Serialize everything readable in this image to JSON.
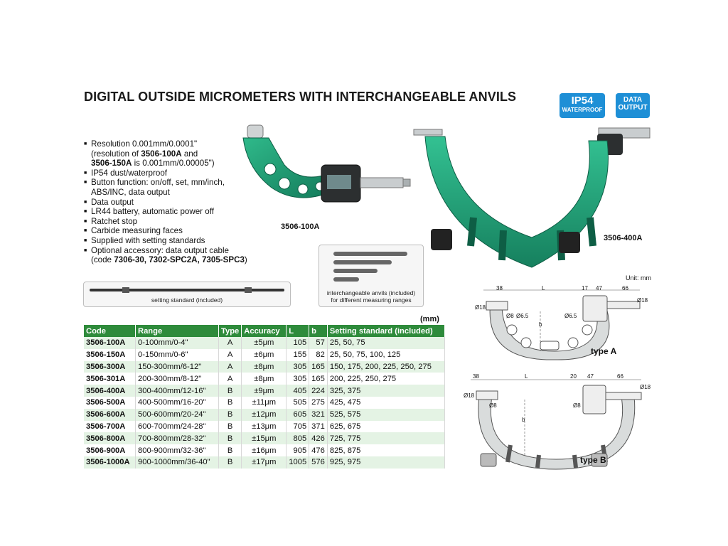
{
  "title": "DIGITAL OUTSIDE MICROMETERS WITH INTERCHANGEABLE ANVILS",
  "badges": {
    "ip54": "IP54",
    "waterproof": "WATERPROOF",
    "data_line1": "DATA",
    "data_line2": "OUTPUT"
  },
  "features": {
    "f1": "Resolution 0.001mm/0.0001\"",
    "f1_sub_a": "(resolution of ",
    "f1_sub_b": "3506-100A",
    "f1_sub_c": " and",
    "f1_sub_d": "3506-150A",
    "f1_sub_e": " is 0.001mm/0.00005\")",
    "f2": "IP54 dust/waterproof",
    "f3": "Button function: on/off, set, mm/inch,",
    "f3_sub": "ABS/INC, data output",
    "f4": "Data output",
    "f5": "LR44 battery, automatic power off",
    "f6": "Ratchet stop",
    "f7": "Carbide measuring faces",
    "f8": "Supplied with setting standards",
    "f9": "Optional accessory: data output cable",
    "f9_sub_a": "(code ",
    "f9_sub_b": "7306-30, 7302-SPC2A, 7305-SPC3",
    "f9_sub_c": ")"
  },
  "images": {
    "small_model": "3506-100A",
    "large_model": "3506-400A",
    "setting_standard_caption": "setting standard (included)",
    "anvils_caption_1": "interchangeable anvils (included)",
    "anvils_caption_2": "for different measuring ranges"
  },
  "table": {
    "unit": "(mm)",
    "headers": [
      "Code",
      "Range",
      "Type",
      "Accuracy",
      "L",
      "b",
      "Setting standard (included)"
    ],
    "rows": [
      [
        "3506-100A",
        "0-100mm/0-4\"",
        "A",
        "±5μm",
        "105",
        "57",
        "25, 50, 75"
      ],
      [
        "3506-150A",
        "0-150mm/0-6\"",
        "A",
        "±6μm",
        "155",
        "82",
        "25, 50, 75, 100, 125"
      ],
      [
        "3506-300A",
        "150-300mm/6-12\"",
        "A",
        "±8μm",
        "305",
        "165",
        "150, 175, 200, 225, 250, 275"
      ],
      [
        "3506-301A",
        "200-300mm/8-12\"",
        "A",
        "±8μm",
        "305",
        "165",
        "200, 225, 250, 275"
      ],
      [
        "3506-400A",
        "300-400mm/12-16\"",
        "B",
        "±9μm",
        "405",
        "224",
        "325, 375"
      ],
      [
        "3506-500A",
        "400-500mm/16-20\"",
        "B",
        "±11μm",
        "505",
        "275",
        "425, 475"
      ],
      [
        "3506-600A",
        "500-600mm/20-24\"",
        "B",
        "±12μm",
        "605",
        "321",
        "525, 575"
      ],
      [
        "3506-700A",
        "600-700mm/24-28\"",
        "B",
        "±13μm",
        "705",
        "371",
        "625, 675"
      ],
      [
        "3506-800A",
        "700-800mm/28-32\"",
        "B",
        "±15μm",
        "805",
        "426",
        "725, 775"
      ],
      [
        "3506-900A",
        "800-900mm/32-36\"",
        "B",
        "±16μm",
        "905",
        "476",
        "825, 875"
      ],
      [
        "3506-1000A",
        "900-1000mm/36-40\"",
        "B",
        "±17μm",
        "1005",
        "576",
        "925, 975"
      ]
    ]
  },
  "drawings": {
    "unit": "Unit: mm",
    "type_a": {
      "label": "type A",
      "d38": "38",
      "dL": "L",
      "d17": "17",
      "d47": "47",
      "d66": "66",
      "d18l": "Ø18",
      "d18r": "Ø18",
      "d8": "Ø8",
      "d65a": "Ø6.5",
      "d65b": "Ø6.5",
      "db": "b"
    },
    "type_b": {
      "label": "type B",
      "d38": "38",
      "dL": "L",
      "d20": "20",
      "d47": "47",
      "d66": "66",
      "d18l": "Ø18",
      "d18r": "Ø18",
      "d8a": "Ø8",
      "d8b": "Ø8",
      "db": "b"
    }
  },
  "colors": {
    "header_green": "#2e8b3b",
    "row_tint": "#e4f3e4",
    "badge_blue": "#1e8fd6",
    "frame_green": "#1f9c73"
  }
}
